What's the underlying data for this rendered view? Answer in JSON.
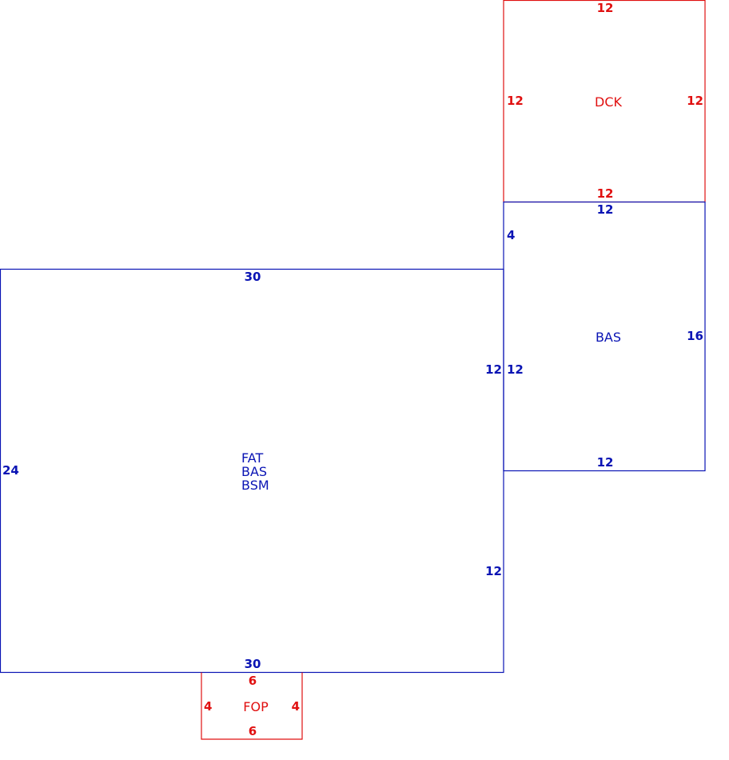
{
  "colors": {
    "main": "#0a14b4",
    "porch": "#e01010"
  },
  "main_area": {
    "codes": [
      "FAT",
      "BAS",
      "BSM"
    ],
    "dims": {
      "top": "30",
      "bottom": "30",
      "left": "24",
      "right_upper": "12",
      "right_lower": "12"
    }
  },
  "bas_addition": {
    "code": "BAS",
    "dims": {
      "top": "12",
      "bottom": "12",
      "left_upper": "4",
      "left_lower": "12",
      "right": "16"
    }
  },
  "deck": {
    "code": "DCK",
    "dims": {
      "top": "12",
      "bottom": "12",
      "left": "12",
      "right": "12"
    }
  },
  "porch": {
    "code": "FOP",
    "dims": {
      "top": "6",
      "bottom": "6",
      "left": "4",
      "right": "4"
    }
  }
}
